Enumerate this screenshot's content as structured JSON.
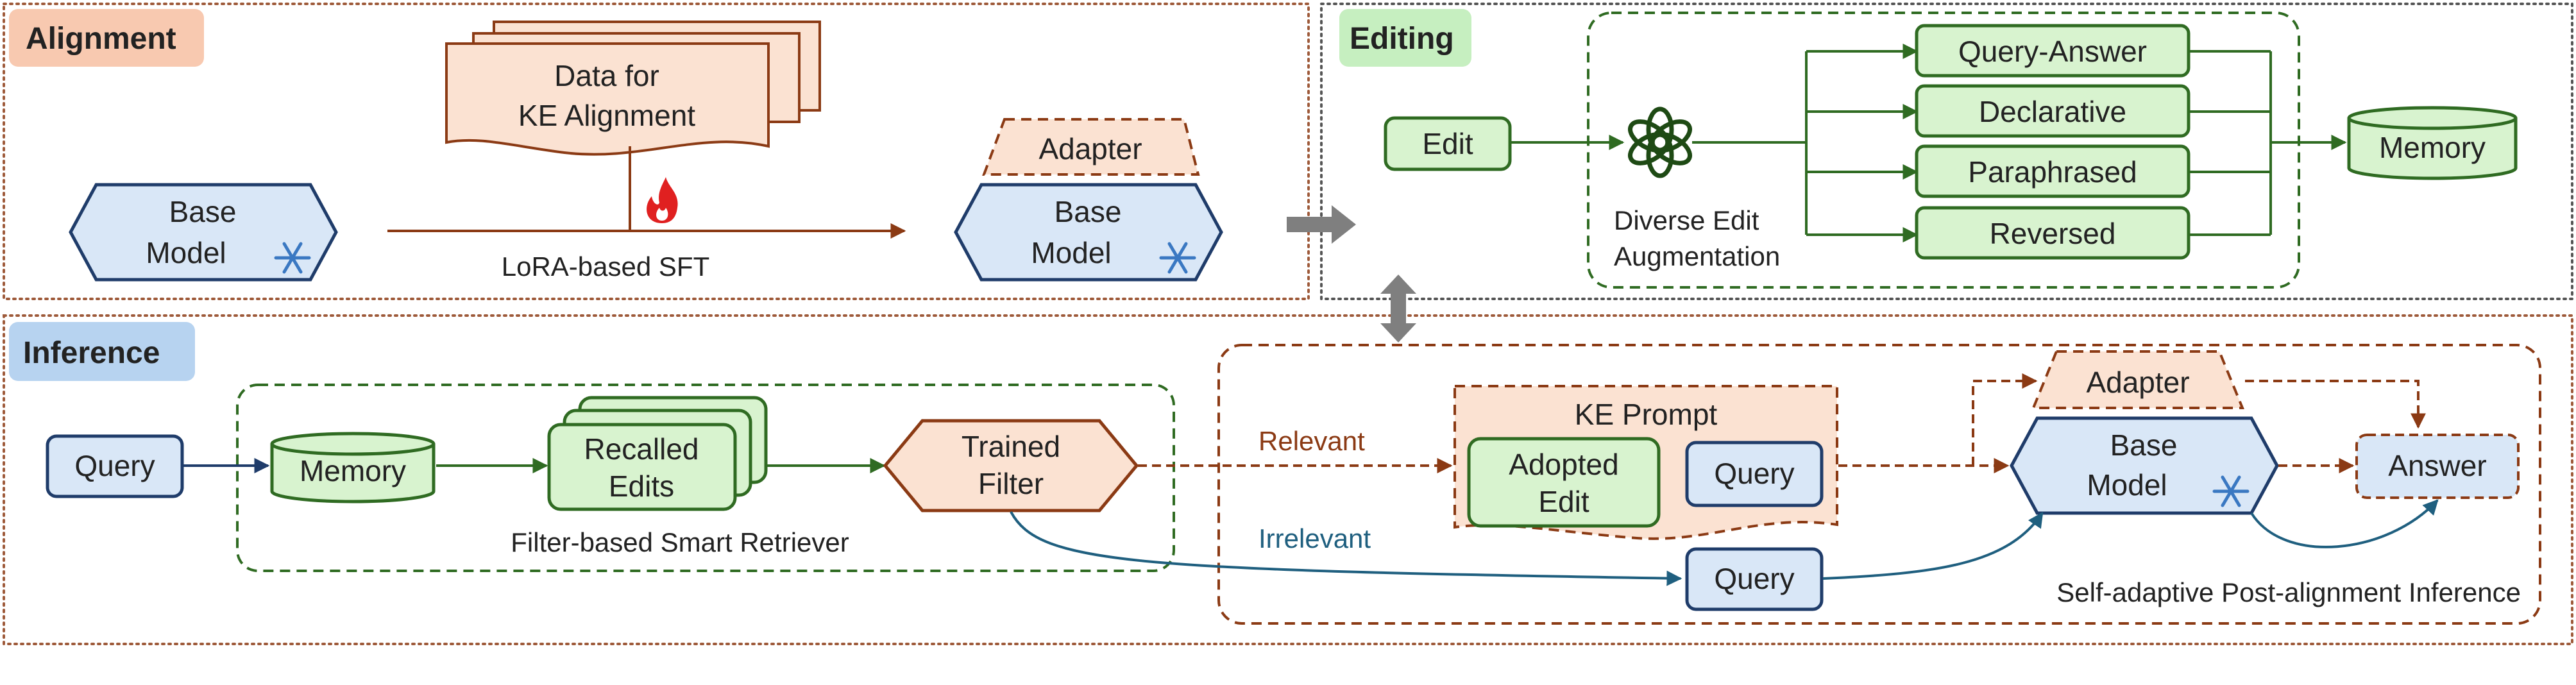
{
  "sections": {
    "alignment": "Alignment",
    "editing": "Editing",
    "inference": "Inference"
  },
  "alignment": {
    "data_line1": "Data for",
    "data_line2": "KE Alignment",
    "lora_label": "LoRA-based SFT",
    "base_model_line1": "Base",
    "base_model_line2": "Model",
    "adapter": "Adapter"
  },
  "editing": {
    "edit": "Edit",
    "augmentation_line1": "Diverse Edit",
    "augmentation_line2": "Augmentation",
    "forms": [
      "Query-Answer",
      "Declarative",
      "Paraphrased",
      "Reversed"
    ],
    "memory": "Memory"
  },
  "inference": {
    "query": "Query",
    "memory": "Memory",
    "recalled_line1": "Recalled",
    "recalled_line2": "Edits",
    "filter_line1": "Trained",
    "filter_line2": "Filter",
    "retriever_label": "Filter-based Smart Retriever",
    "relevant": "Relevant",
    "irrelevant": "Irrelevant",
    "ke_prompt": "KE Prompt",
    "adopted_line1": "Adopted",
    "adopted_line2": "Edit",
    "prompt_query": "Query",
    "irrelevant_query": "Query",
    "adapter": "Adapter",
    "base_model_line1": "Base",
    "base_model_line2": "Model",
    "answer": "Answer",
    "post_alignment_label": "Self-adaptive Post-alignment Inference"
  },
  "colors": {
    "alignment_tag": "#f8c9b0",
    "editing_tag": "#c6efc0",
    "inference_tag": "#b7d3f0",
    "brown": "#8b3a14",
    "brown_fill": "#fbe2d2",
    "green": "#2f6b22",
    "green_fill": "#d8f3cf",
    "blue": "#1f3c6a",
    "blue_fill": "#d9e7f7",
    "teal": "#1f5f7f",
    "arrow_gray": "#7f7f7f"
  },
  "icons": [
    "snowflake-icon",
    "flame-icon",
    "openai-logo-icon"
  ]
}
